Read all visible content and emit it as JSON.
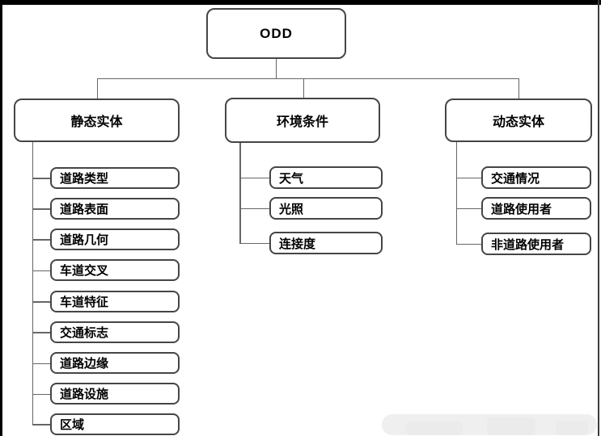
{
  "diagram": {
    "root": {
      "label": "ODD"
    },
    "branches": [
      {
        "label": "静态实体",
        "children": [
          "道路类型",
          "道路表面",
          "道路几何",
          "车道交叉",
          "车道特征",
          "交通标志",
          "道路边缘",
          "道路设施",
          "区域"
        ]
      },
      {
        "label": "环境条件",
        "children": [
          "天气",
          "光照",
          "连接度"
        ]
      },
      {
        "label": "动态实体",
        "children": [
          "交通情况",
          "道路使用者",
          "非道路使用者"
        ]
      }
    ],
    "colors": {
      "box_border": "#454545",
      "connector": "#666666",
      "frame": "#000000",
      "watermark": "#efefef",
      "background": "#ffffff"
    }
  }
}
